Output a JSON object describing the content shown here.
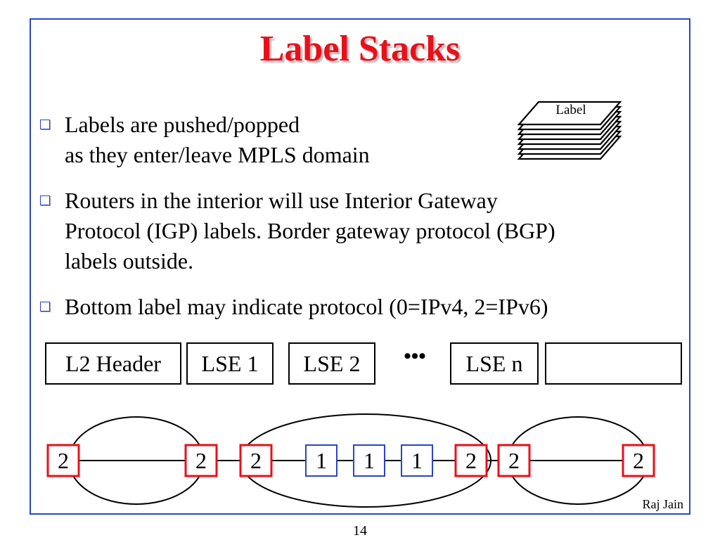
{
  "slide": {
    "title": "Label Stacks",
    "author": "Raj Jain",
    "page_number": "14"
  },
  "bullets": [
    {
      "lines": [
        "Labels are pushed/popped",
        "as they enter/leave MPLS domain"
      ]
    },
    {
      "lines": [
        "Routers in the interior will use Interior Gateway",
        "Protocol (IGP) labels. Border gateway protocol (BGP)",
        "labels outside."
      ]
    },
    {
      "lines": [
        "Bottom label may indicate protocol (0=IPv4, 2=IPv6)"
      ]
    }
  ],
  "stack_icon": {
    "label": "Label"
  },
  "packet": {
    "fields": [
      "L2 Header",
      "LSE 1",
      "LSE 2",
      "LSE n",
      ""
    ],
    "ellipsis": "•••"
  },
  "network": {
    "nodes": [
      {
        "label": "2",
        "color": "#e8101a"
      },
      {
        "label": "2",
        "color": "#e8101a"
      },
      {
        "label": "2",
        "color": "#e8101a"
      },
      {
        "label": "1",
        "color": "#2a44c8"
      },
      {
        "label": "1",
        "color": "#2a44c8"
      },
      {
        "label": "1",
        "color": "#2a44c8"
      },
      {
        "label": "2",
        "color": "#e8101a"
      },
      {
        "label": "2",
        "color": "#e8101a"
      },
      {
        "label": "2",
        "color": "#e8101a"
      }
    ]
  }
}
